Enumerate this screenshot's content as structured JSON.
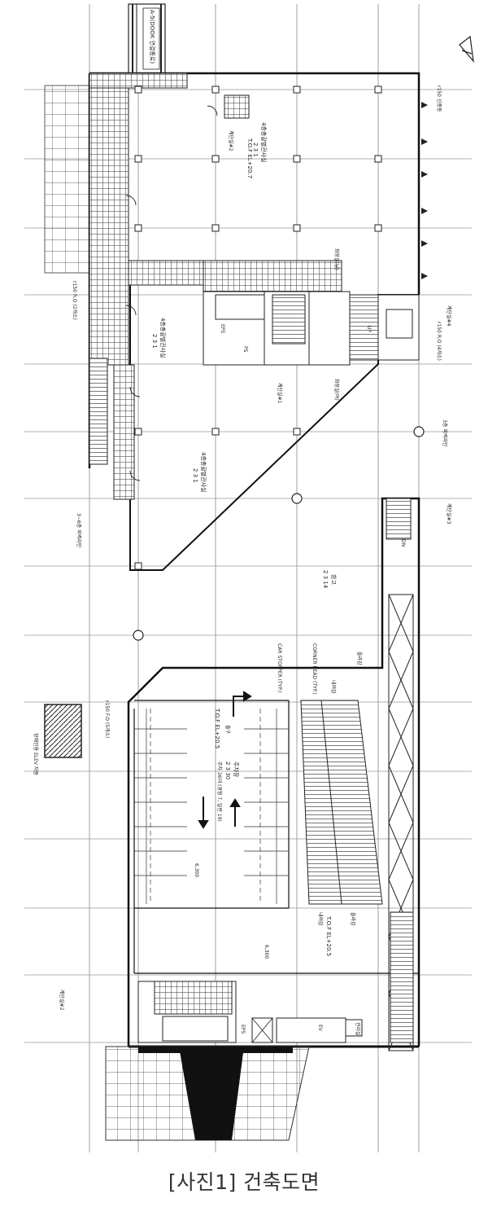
{
  "caption": "[사진1] 건축도면",
  "plan": {
    "top_label": "A-5(DOOK 연결통로)",
    "top_right_note": "r150 신종동",
    "room_upper_office": "4층총괄별관사실",
    "room_upper_office_code": "2 3 1",
    "floor_level_upper": "T.O.F EL+20.7",
    "stair_1": "계단실#2",
    "mid_left_note": "r150 R.O (2개소)",
    "mid_right_note": "r150 R.O (4개소)",
    "room_mid_office": "4층총괄별관사실",
    "room_mid_office_code": "2 3 1",
    "room_lower_office": "4층총괄별관사실",
    "room_lower_office_code": "2 3 1",
    "eps": "EPS",
    "ps": "PS",
    "toilet_m": "화장실(남)",
    "toilet_f": "화장실(여)",
    "stair_center": "계단실#1",
    "stair_right": "계단실#4",
    "stair_right_lower": "계단실#3",
    "up_label": "UP",
    "dn_label": "DN",
    "outer_line_label": "3층 외벽라인",
    "outer_line_label_left": "3~6층 외벽라인",
    "storage": "창고",
    "storage_code": "2 3 14",
    "car_stopper": "CAR STOPPER (TYP.)",
    "corner_bead": "CORNER BEAD (TYP.)",
    "ramp_down": "내려감",
    "ramp_up": "올라감",
    "exit": "출구",
    "floor_level_parking": "T.O.F EL+20.5",
    "parking": "주차장",
    "parking_code": "2 3 30",
    "parking_note": "주차 26대 (경형 7, 일반 19)",
    "dim_a": "6,300",
    "dim_b": "6,300",
    "lower_left_note": "r150 F.O (5개소)",
    "elev_note": "장애인용 ELEV 자동",
    "ramp_up_2": "올라감",
    "ramp_down_2": "내려감",
    "floor_level_ramp": "T.O.F EL+20.5",
    "stair_bottom": "계단실#2",
    "eps_bottom": "EPS",
    "ev_label": "EV",
    "room_bottom_right": "관리실"
  }
}
